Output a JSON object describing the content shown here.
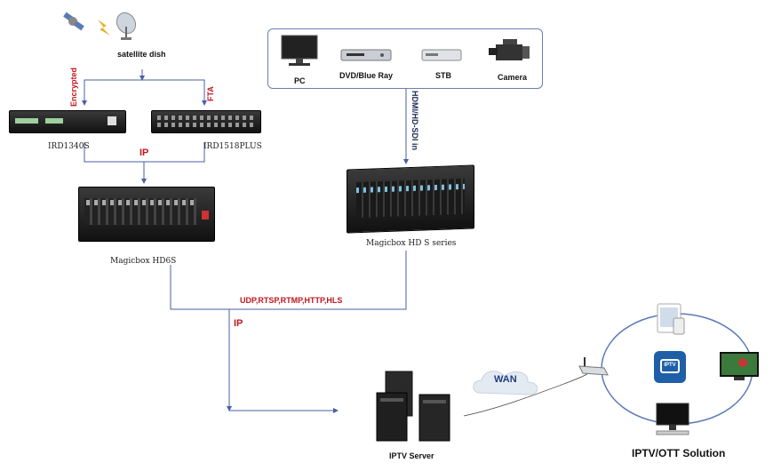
{
  "satellite": {
    "label": "satellite dish"
  },
  "branches": {
    "encrypted": "Encrypted",
    "fta": "FTA"
  },
  "devices": {
    "ird1": "IRD1340S",
    "ird2": "IRD1518PLUS",
    "hd6s": "Magicbox HD6S",
    "hds": "Magicbox HD S series",
    "iptv_server": "IPTV Server"
  },
  "sources": [
    {
      "label": "PC",
      "icon": "monitor-icon"
    },
    {
      "label": "DVD/Blue Ray",
      "icon": "dvd-player-icon"
    },
    {
      "label": "STB",
      "icon": "set-top-box-icon"
    },
    {
      "label": "Camera",
      "icon": "video-camera-icon"
    }
  ],
  "links": {
    "ip_upper": "IP",
    "hdmi_in": "HDMI/HD-SDI in",
    "protocols": "UDP,RTSP,RTMP,HTTP,HLS",
    "ip_lower": "IP",
    "wan": "WAN"
  },
  "solution": {
    "title": "IPTV/OTT Solution",
    "app_badge": "IPTV"
  },
  "colors": {
    "line": "#4a5fa5",
    "accent_red": "#c0171d",
    "ring": "#5b79b8"
  }
}
